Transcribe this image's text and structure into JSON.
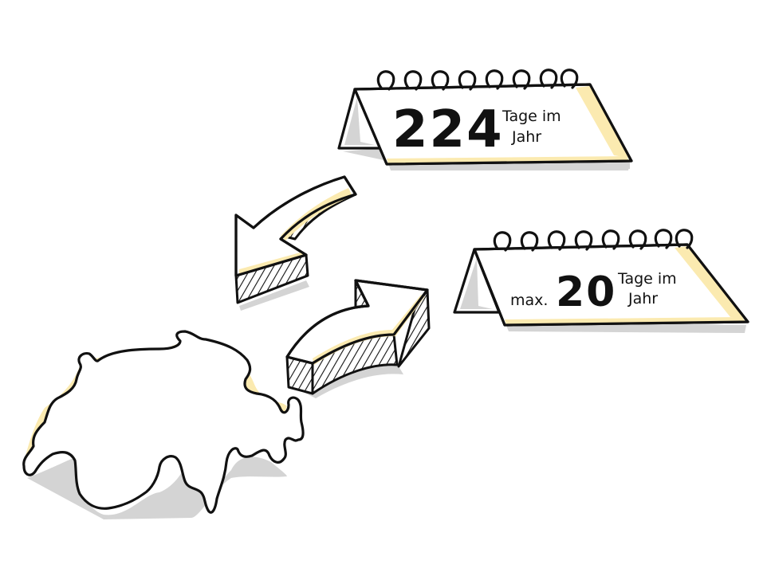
{
  "illustration": {
    "calendar_top": {
      "number": "224",
      "label_line1": "Tage im",
      "label_line2": "Jahr",
      "spiral_rings": 8
    },
    "calendar_bottom": {
      "prefix": "max.",
      "number": "20",
      "label_line1": "Tage im",
      "label_line2": "Jahr",
      "spiral_rings": 8
    },
    "arrows": [
      {
        "direction": "left-down",
        "points_to": "switzerland-map"
      },
      {
        "direction": "right-up",
        "points_to": "calendar-bottom"
      }
    ],
    "map": {
      "shape": "Switzerland outline"
    },
    "colors": {
      "ink": "#111111",
      "highlight": "#fbeab0",
      "shadow": "#d4d4d4",
      "background": "#ffffff"
    }
  }
}
